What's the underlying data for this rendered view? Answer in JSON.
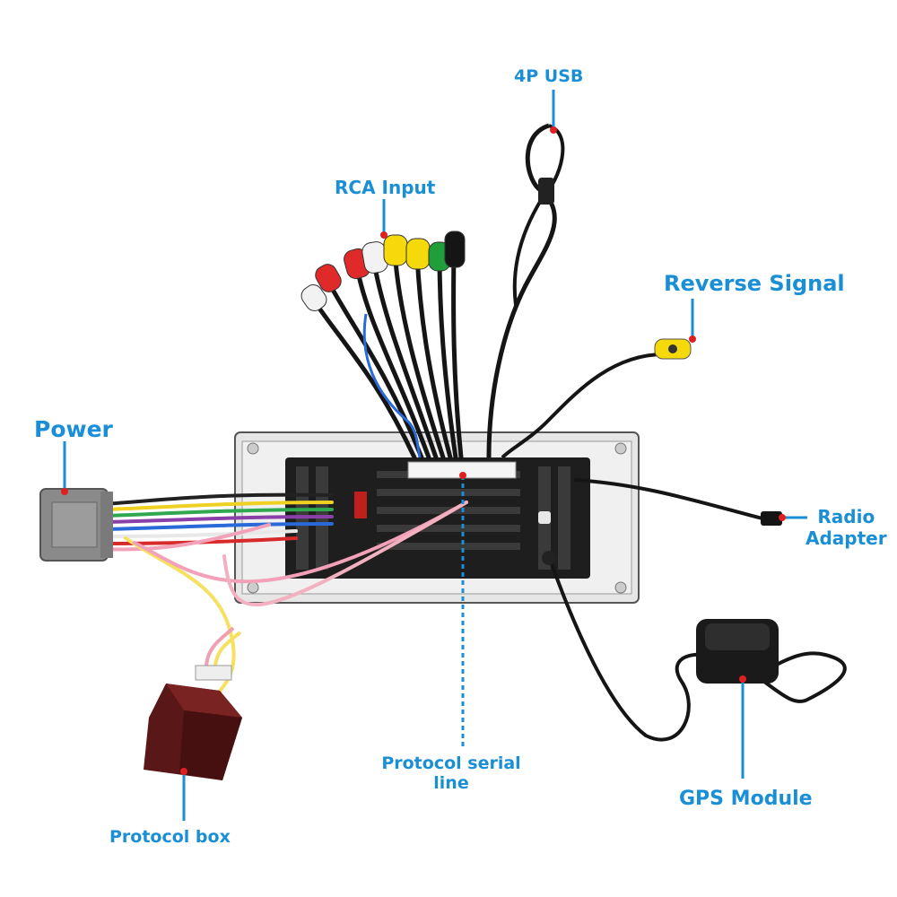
{
  "labels": {
    "usb": "4P USB",
    "rca": "RCA Input",
    "reverse": "Reverse Signal",
    "power": "Power",
    "radio_line1": "Radio",
    "radio_line2": "Adapter",
    "serial_line1": "Protocol serial",
    "serial_line2": "line",
    "gps": "GPS Module",
    "protocol_box": "Protocol box"
  },
  "colors": {
    "label_text": "#1a8fd6",
    "leader_line": "#1a8fd6",
    "marker_dot": "#e02020",
    "rca_red": "#e02a2a",
    "rca_white": "#f2f2f2",
    "rca_yellow": "#f5d90a",
    "rca_green": "#1f9e3a",
    "cable_black": "#151515"
  },
  "icons": [
    "usb-plug-icon",
    "rca-plug-icon",
    "gps-antenna-icon",
    "protocol-box-icon",
    "power-connector-icon",
    "radio-adapter-plug-icon"
  ]
}
